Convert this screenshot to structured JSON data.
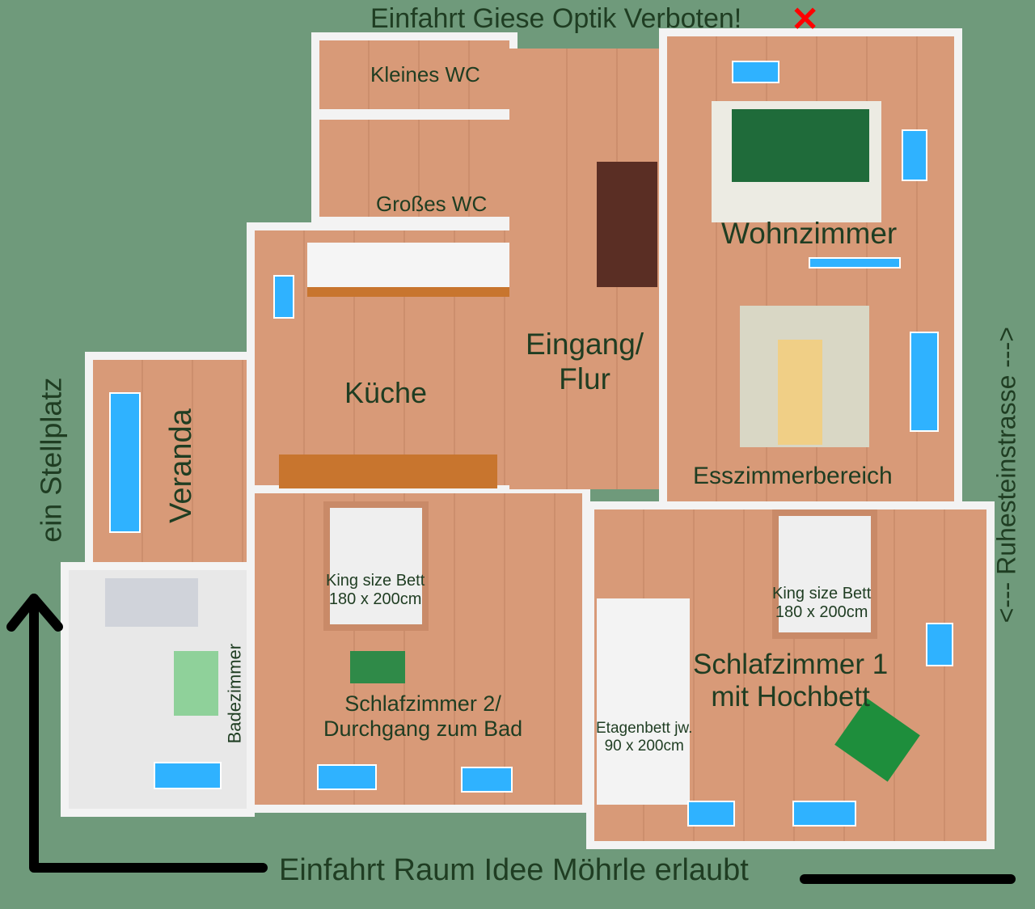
{
  "title_top": "Einfahrt Giese Optik Verboten!",
  "title_top_mark": "✕",
  "bottom_label": "Einfahrt Raum Idee Möhrle erlaubt",
  "left_label": "ein Stellplatz",
  "right_label": "<--- Ruhesteinstrasse --->",
  "rooms": {
    "kleines_wc": "Kleines WC",
    "grosses_wc": "Großes WC",
    "kueche": "Küche",
    "veranda": "Veranda",
    "badezimmer": "Badezimmer",
    "eingang_1": "Eingang/",
    "eingang_2": "Flur",
    "wohnzimmer": "Wohnzimmer",
    "esszimmer": "Esszimmerbereich",
    "schlaf2_1": "Schlafzimmer 2/",
    "schlaf2_2": "Durchgang zum Bad",
    "schlaf1_1": "Schlafzimmer 1",
    "schlaf1_2": "mit Hochbett"
  },
  "beds": {
    "king_a_1": "King size Bett",
    "king_a_2": "180 x 200cm",
    "king_b_1": "King size Bett",
    "king_b_2": "180 x 200cm",
    "bunk_1": "Etagenbett jw.",
    "bunk_2": "90 x 200cm"
  },
  "colors": {
    "background": "#6f9a7b",
    "floor": "#d89a78",
    "wall": "#f3f3f3",
    "window": "#2fb2ff",
    "text": "#1f3d22",
    "forbidden": "#ff0000"
  }
}
